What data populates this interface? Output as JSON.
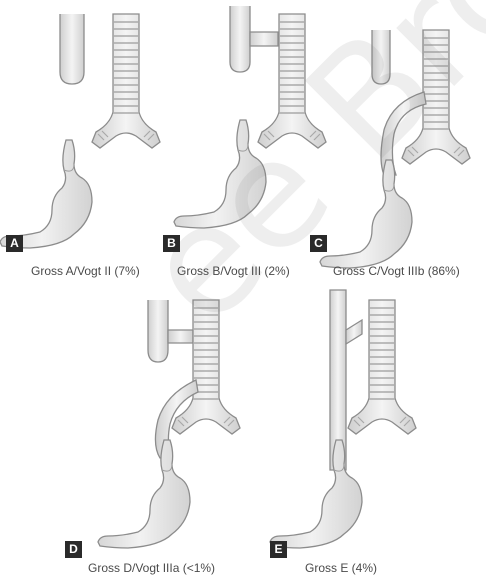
{
  "panels": [
    {
      "letter": "A",
      "caption": "Gross A/Vogt II (7%)"
    },
    {
      "letter": "B",
      "caption": "Gross B/Vogt III (2%)"
    },
    {
      "letter": "C",
      "caption": "Gross C/Vogt IIIb (86%)"
    },
    {
      "letter": "D",
      "caption": "Gross D/Vogt IIIa (<1%)"
    },
    {
      "letter": "E",
      "caption": "Gross E (4%)"
    }
  ],
  "watermark": "ee Brothers",
  "colors": {
    "organ_fill": "#e6e6e6",
    "organ_stroke": "#8c8c8c",
    "ring_stroke": "#a9a9a9",
    "badge_bg": "#2a2a2a",
    "caption_text": "#4a4a4a"
  }
}
